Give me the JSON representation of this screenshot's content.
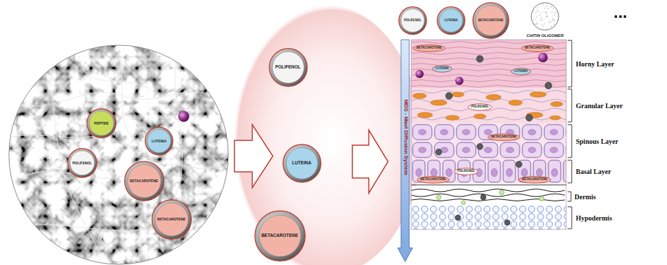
{
  "diagram": {
    "nodes": [
      {
        "text": [
          "PEPTIDE"
        ]
      },
      {
        "text": [
          "LUTEINA"
        ]
      },
      {
        "text": [
          "POLIFENOL"
        ]
      },
      {
        "text": [
          "BETACAROTENE"
        ]
      },
      {
        "text": [
          "BETACAROTENE"
        ]
      },
      {
        "text": [
          "POLIFENOL"
        ]
      },
      {
        "text": [
          "LUTEINA"
        ]
      },
      {
        "text": [
          "BETACAROTENE"
        ]
      },
      {
        "text": [
          "POLIFENOL"
        ]
      },
      {
        "text": [
          "LUTEINA"
        ]
      },
      {
        "text": [
          "BETACAROTENE"
        ]
      },
      {
        "text": [
          "BETACAROTENE"
        ]
      },
      {
        "text": [
          "BETACAROTENE"
        ]
      },
      {
        "text": [
          "LUTEINA"
        ]
      },
      {
        "text": [
          "LUTEINA"
        ]
      },
      {
        "text": [
          "POLIFENOL"
        ]
      },
      {
        "text": [
          "BETACAROTENE"
        ]
      },
      {
        "text": [
          "POLIFENOL"
        ]
      },
      {
        "text": [
          "BETACAROTENE"
        ]
      },
      {
        "text": [
          "BETACAROTENE"
        ]
      }
    ],
    "labels": [
      "CHITIN OLIGOMER",
      "...",
      "MDS - Mavi Diffusion System",
      "Horny Layer",
      "Granular Layer",
      "Spinous Layer",
      "Basal Layer",
      "Dermis",
      "Hypodermis"
    ]
  }
}
